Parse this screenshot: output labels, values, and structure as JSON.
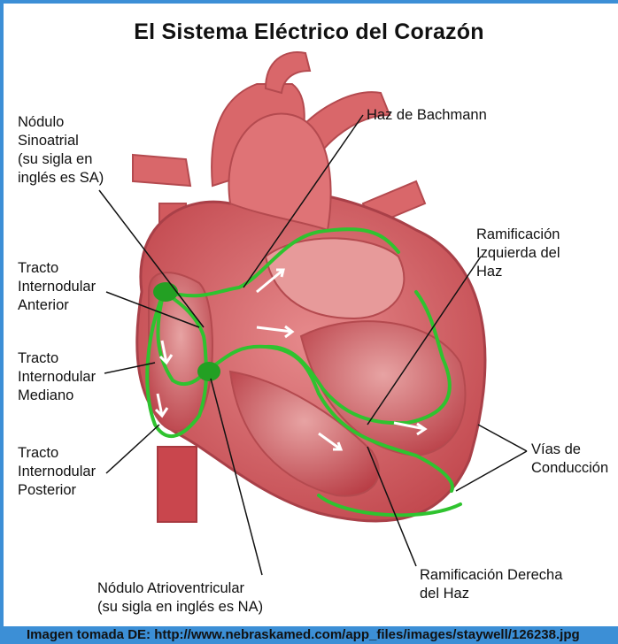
{
  "title": "El Sistema Eléctrico del Corazón",
  "labels": {
    "sa_node": "Nódulo\nSinoatrial\n(su sigla en\ninglés es SA)",
    "bachmann": "Haz de Bachmann",
    "left_branch": "Ramificación\nIzquierda del\nHaz",
    "anterior": "Tracto\nInternodular\nAnterior",
    "middle": "Tracto\nInternodular\nMediano",
    "posterior": "Tracto\nInternodular\nPosterior",
    "pathways": "Vías de\nConducción",
    "av_node": "Nódulo Atrioventricular\n(su sigla en inglés es NA)",
    "right_branch": "Ramificación Derecha\ndel Haz"
  },
  "footer": "Imagen tomada DE: http://www.nebraskamed.com/app_files/images/staywell/126238.jpg",
  "colors": {
    "frame": "#3c8fd6",
    "heart": "#d65a5e",
    "heart_light": "#e98a8a",
    "chamber": "#c94a50",
    "conduction": "#2fc32f",
    "node": "#23a023"
  }
}
